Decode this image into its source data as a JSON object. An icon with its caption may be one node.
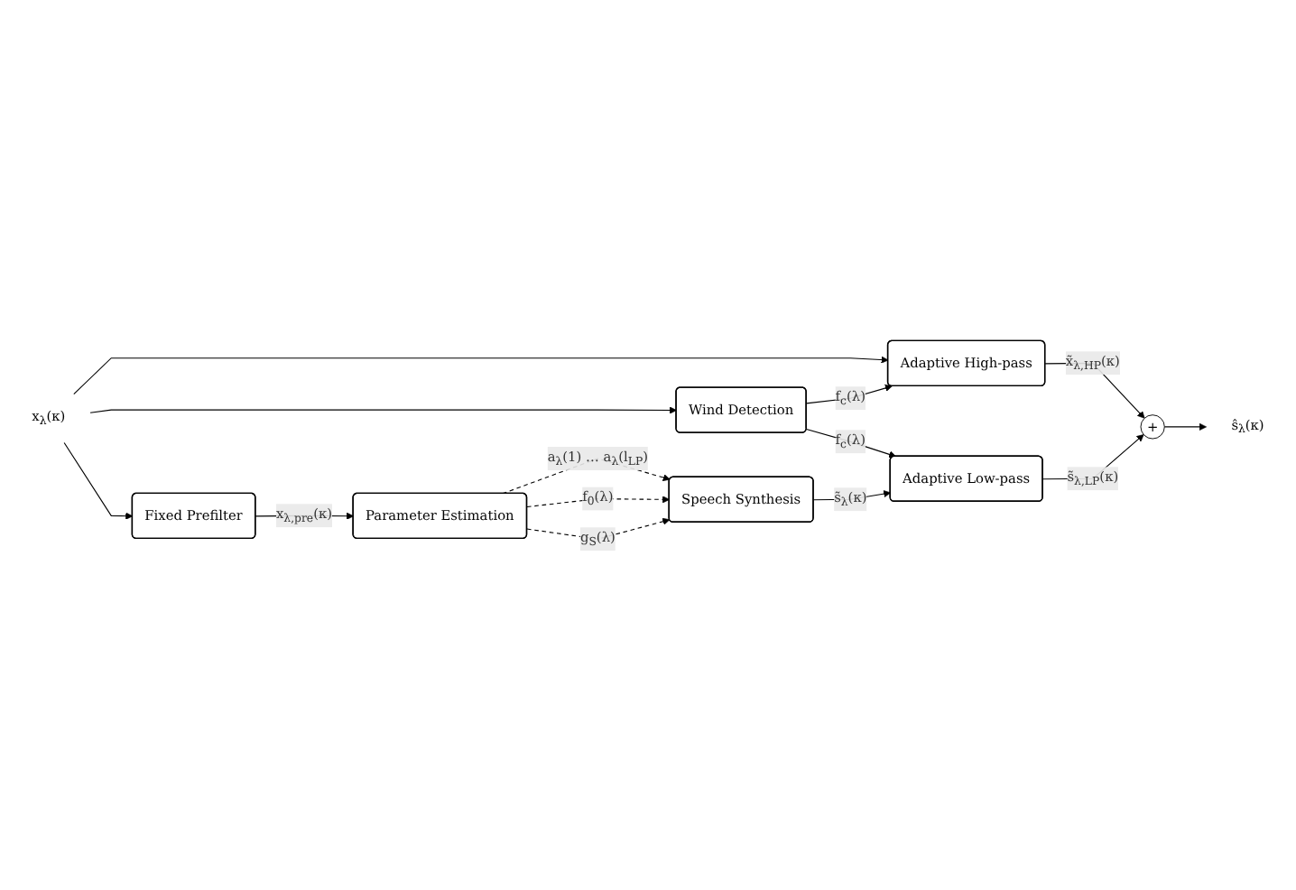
{
  "diagram": {
    "nodes": [
      {
        "text": [
          "x$_{λ}$(κ)"
        ]
      },
      {
        "text": [
          "Adaptive High-pass"
        ]
      },
      {
        "text": [
          "+"
        ]
      },
      {
        "text": [
          "ŝ$_{λ}$(κ)"
        ]
      },
      {
        "text": [
          "Wind Detection"
        ]
      },
      {
        "text": [
          "Adaptive Low-pass"
        ]
      },
      {
        "text": [
          "Fixed Prefilter"
        ]
      },
      {
        "text": [
          "Parameter Estimation"
        ]
      },
      {
        "text": [
          "Speech Synthesis"
        ]
      }
    ],
    "edges": [
      {
        "from": 0,
        "to": 1,
        "arrow": "to"
      },
      {
        "from": 0,
        "to": 4,
        "arrow": "to"
      },
      {
        "from": 0,
        "to": 6,
        "arrow": "to"
      },
      {
        "from": 1,
        "to": 2,
        "arrow": "to",
        "label": "x̃$_{λ,HP}$(κ)"
      },
      {
        "from": 2,
        "to": 3,
        "arrow": "to"
      },
      {
        "from": 4,
        "to": 1,
        "arrow": "to",
        "label": "f$_{c}$(λ)"
      },
      {
        "from": 4,
        "to": 5,
        "arrow": "to",
        "label": "f$_{c}$(λ)"
      },
      {
        "from": 5,
        "to": 2,
        "arrow": "to",
        "label": "s̃$_{λ,LP}$(κ)"
      },
      {
        "from": 6,
        "to": 7,
        "arrow": "to",
        "label": "x$_{λ,pre}$(κ)"
      },
      {
        "from": 7,
        "to": 8,
        "arrow": "to",
        "style": "dashed",
        "label": "a$_{λ}$(1) … a$_{λ}$(l$_{LP}$)"
      },
      {
        "from": 7,
        "to": 8,
        "arrow": "to",
        "style": "dashed",
        "label": "f$_{0}$(λ)"
      },
      {
        "from": 7,
        "to": 8,
        "arrow": "to",
        "style": "dashed",
        "label": "g$_{S}$(λ)"
      },
      {
        "from": 8,
        "to": 5,
        "arrow": "to",
        "label": "s̃$_{λ}$(κ)"
      }
    ]
  }
}
